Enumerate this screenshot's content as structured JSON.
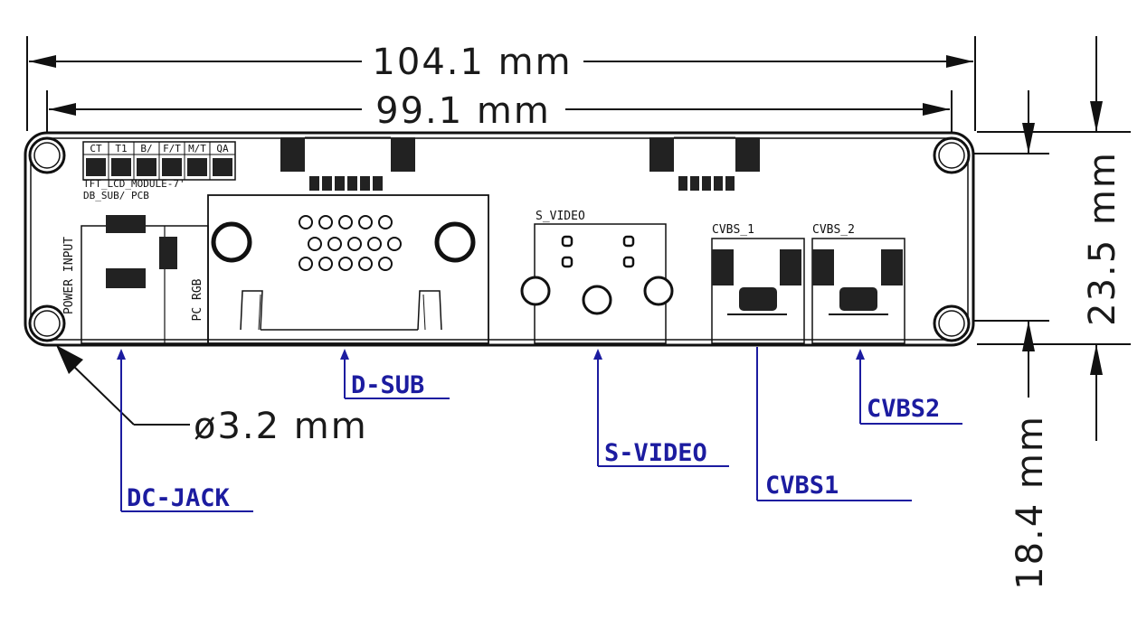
{
  "dimensions": {
    "overall_width": "104.1 mm",
    "hole_spacing": "99.1 mm",
    "height": "23.5 mm",
    "offset": "18.4 mm",
    "hole_diameter": "ø3.2 mm"
  },
  "board": {
    "header_cells": [
      "CT",
      "T1",
      "B/",
      "F/T",
      "M/T",
      "QA"
    ],
    "module_name": "TFT_LCD_MODULE-7'",
    "pcb_name": "DB_SUB/ PCB",
    "power_input_label": "POWER INPUT",
    "pc_rgb_label": "PC RGB",
    "svideo_label": "S_VIDEO",
    "cvbs1_label": "CVBS_1",
    "cvbs2_label": "CVBS_2"
  },
  "callouts": {
    "dc_jack": "DC-JACK",
    "dsub": "D-SUB",
    "svideo": "S-VIDEO",
    "cvbs1": "CVBS1",
    "cvbs2": "CVBS2"
  },
  "colors": {
    "line": "#111111",
    "callout": "#1c1ca0"
  }
}
